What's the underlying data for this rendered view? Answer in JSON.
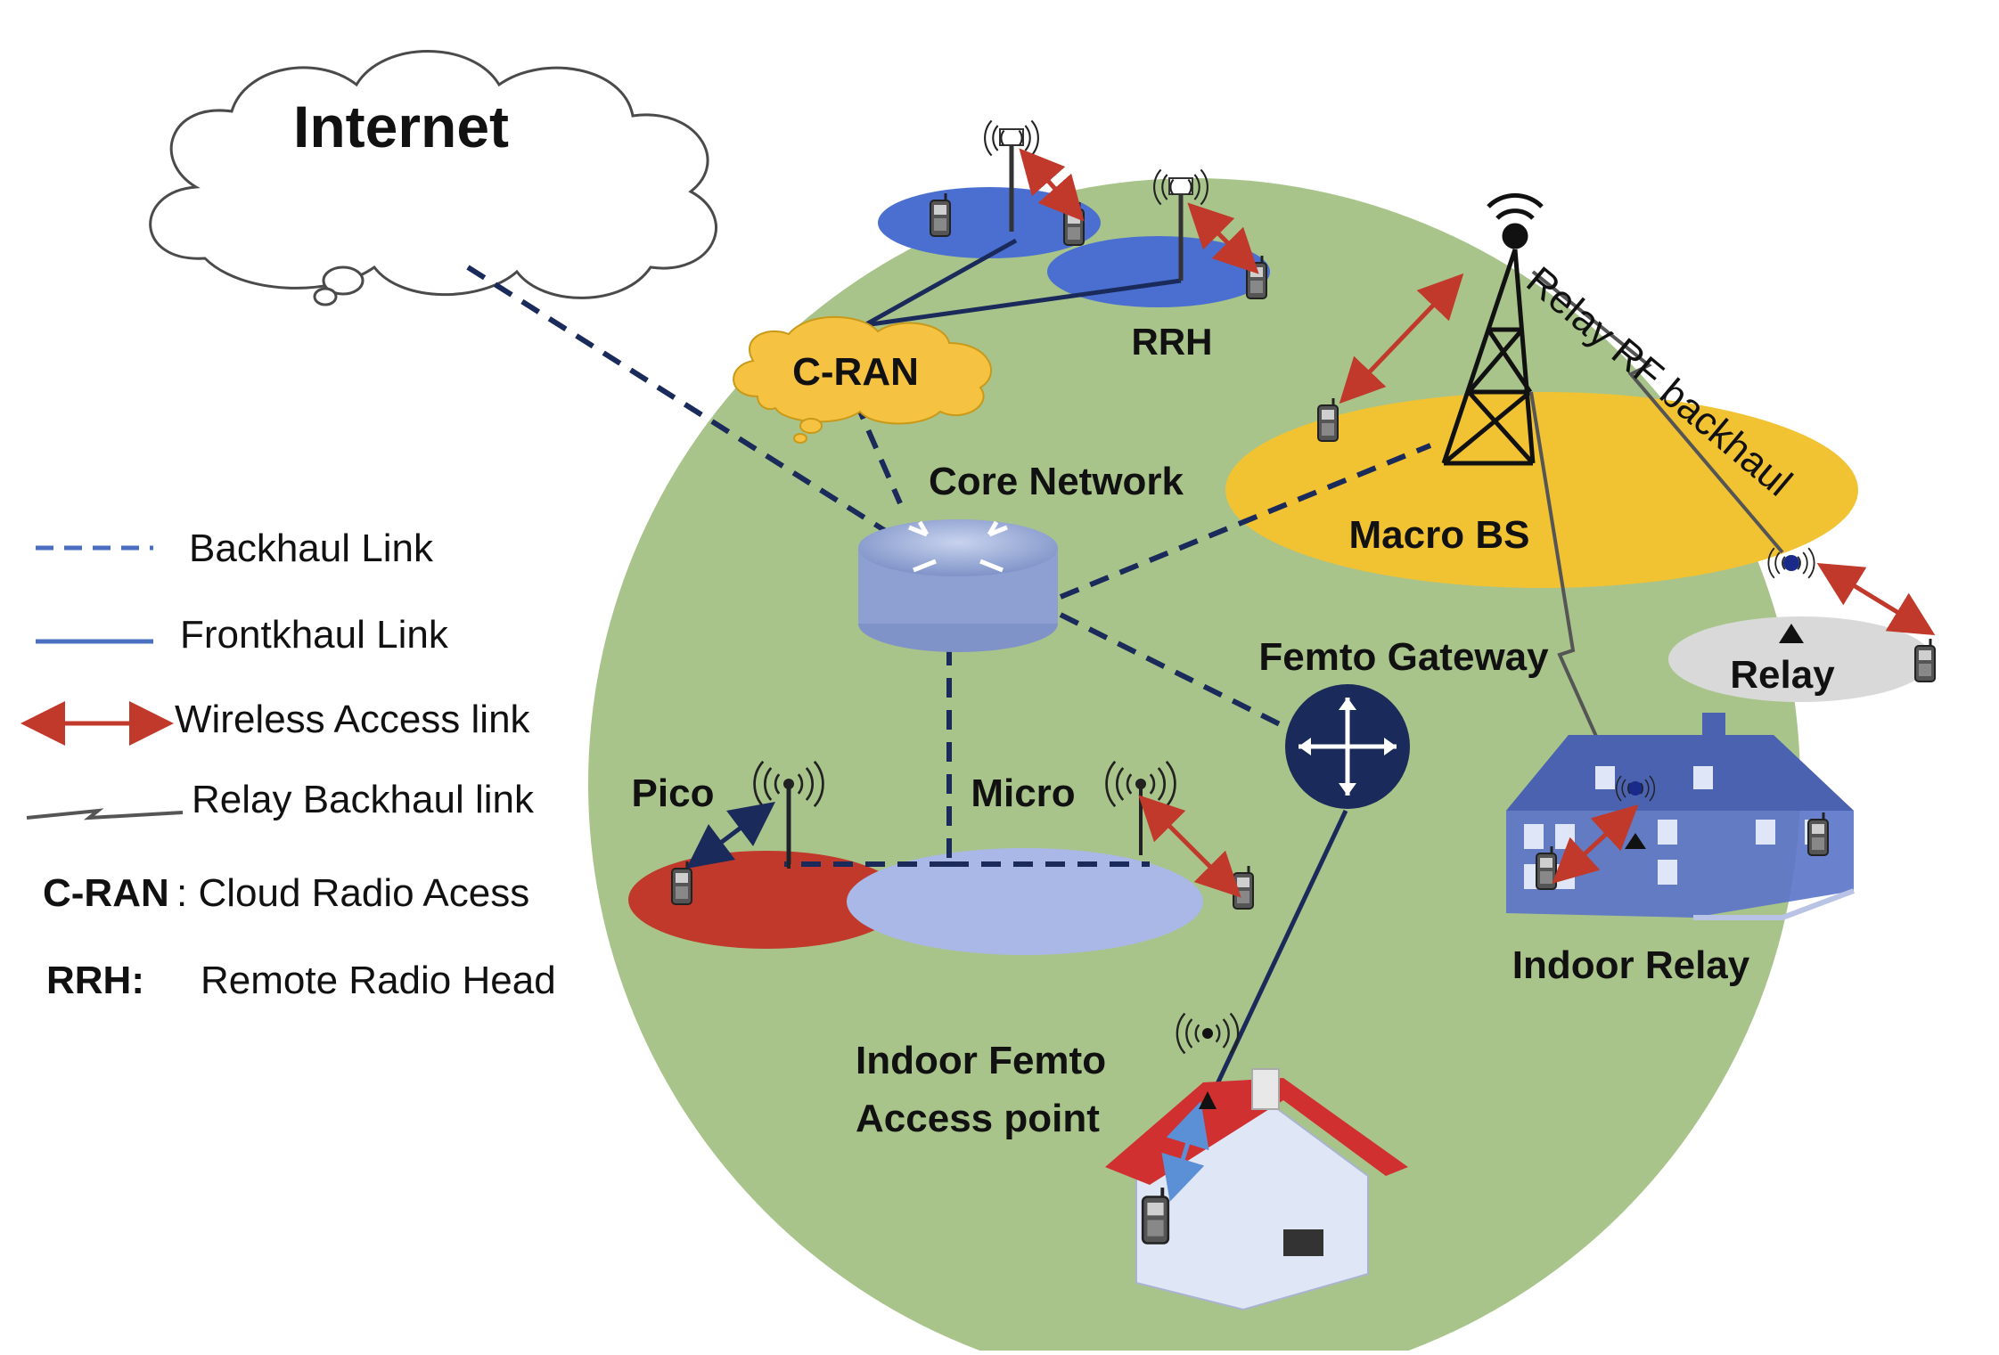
{
  "internet": {
    "label": "Internet"
  },
  "nodes": {
    "cran": "C-RAN",
    "rrh": "RRH",
    "core_network": "Core Network",
    "macro_bs": "Macro BS",
    "relay_rf_backhaul": "Relay RF backhaul",
    "relay": "Relay",
    "femto_gateway": "Femto Gateway",
    "pico": "Pico",
    "micro": "Micro",
    "indoor_relay": "Indoor Relay",
    "indoor_femto_line1": "Indoor Femto",
    "indoor_femto_line2": "Access point"
  },
  "legend": {
    "backhaul": "Backhaul Link",
    "fronthaul": "Frontkhaul Link",
    "wireless": "Wireless Access link",
    "relay_backhaul": "Relay Backhaul link",
    "cran_term": "C-RAN",
    "cran_def": ": Cloud Radio Acess",
    "rrh_term": "RRH:",
    "rrh_def": "Remote Radio Head"
  },
  "colors": {
    "area_fill": "#a9c48a",
    "backhaul": "#1a2a5a",
    "fronthaul": "#1a2a5a",
    "wireless": "#c0392b",
    "macro_cell": "#f1c232",
    "pico_cell": "#c0392b",
    "micro_cell": "#a9b8e6",
    "rrh_cell": "#4a6fd0",
    "relay_cell": "#d9d9d9",
    "legend_line": "#4a6fc0"
  }
}
